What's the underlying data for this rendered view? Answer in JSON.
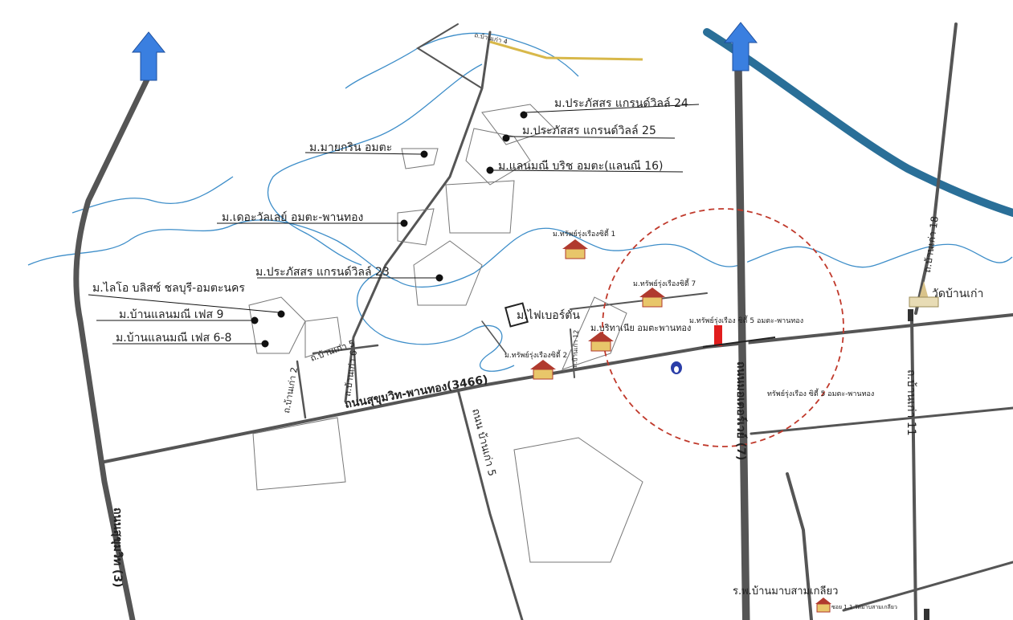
{
  "villages": {
    "v24": "ม.ประภัสสร แกรนด์วิลล์ 24",
    "v25": "ม.ประภัสสร แกรนด์วิลล์ 25",
    "mayarin": "ม.มายกริน อมตะ",
    "lanmani16": "ม.แลนมณี บริช อมตะ(แลนณี 16)",
    "valley": "ม.เดอะวัลเลย์ อมตะ-พานทอง",
    "v23": "ม.ประภัสสร แกรนด์วิลล์ 23",
    "lilo": "ม.ไลโอ บลิสซ์ ชลบุรี-อมตะนคร",
    "lanmani9": "ม.บ้านแลนมณี เฟส 9",
    "lanmani68": "ม.บ้านแลนมณี เฟส 6-8",
    "fiber": "ม.ไฟเบอร์ตัน",
    "baritha": "ม.บริทาเนีย อมตะพานทอง"
  },
  "sites": {
    "s1": "ม.ทรัพย์รุ่งเรืองซิตี้ 1",
    "s2": "ม.ทรัพย์รุ่งเรืองซิตี้ 2",
    "s7": "ม.ทรัพย์รุ่งเรืองซิตี้ 7",
    "s5a": "ม.ทรัพย์รุ่งเรือง ซิตี้ 5 อมตะ-พานทอง",
    "s5b": "ทรัพย์รุ่งเรือง ซิตี้ 5 อมตะ-พานทอง"
  },
  "roads": {
    "main": "ถนนสุขุมวิท-พานทอง(3466)",
    "bk5_main": "ถนน บ้านเก่า 5",
    "bk2": "ถ.บ้านเก่า 2",
    "bk5": "ถ.บ้านเก่า 5",
    "bk6": "ถ.บ้านเก่า 6",
    "bk12": "ถ.บ้านเก่า 12",
    "bk18": "ถ.บ้านเก่า 18",
    "bk11": "ถ.บ้านเก่า 11",
    "motorway": "ถนนมอเตอร์เวย์ (7)",
    "sukhumvit": "ถนนสุขุมวิท (3)",
    "top": "ถ.บ้านเก่า 4"
  },
  "landmarks": {
    "temple": "วัดบ้านเก่า",
    "hospital": "ร.พ.บ้านมาบสามเกลียว",
    "school": "ซอย 1.1 วัดมาบสามเกลียว"
  },
  "colors": {
    "road": "#555555",
    "river": "#3e8ec9",
    "canal": "#2a6f98",
    "radius": "#c0392b",
    "arrow": "#3a7fe0",
    "house": "#b03a2e",
    "secondary_road": "#d8b84a"
  }
}
